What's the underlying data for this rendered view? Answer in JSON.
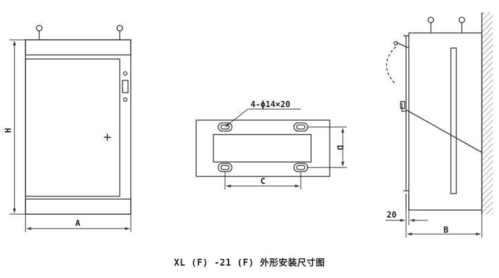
{
  "labels": {
    "height": "H",
    "width_front": "A",
    "hole_spec": "4-ϕ14×20",
    "hole_spacing_x": "C",
    "hole_spacing_y": "D",
    "side_offset": "20",
    "depth": "B"
  },
  "caption": "XL (F) -21 (F) 外形安装尺寸图",
  "colors": {
    "line": "#333333",
    "text": "#222222",
    "background": "#ffffff"
  }
}
